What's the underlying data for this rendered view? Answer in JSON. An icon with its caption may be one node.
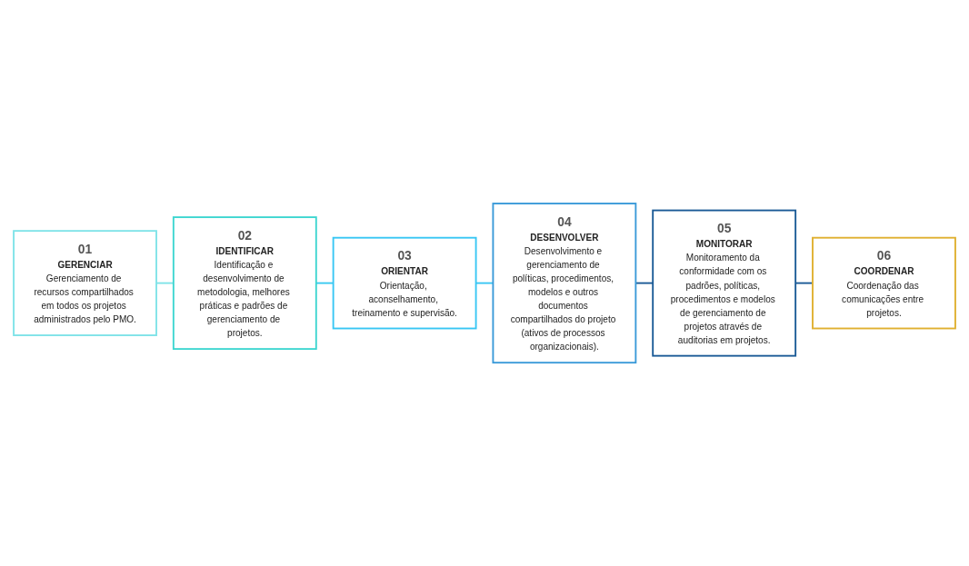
{
  "diagram": {
    "nodes": [
      {
        "text": [
          "01",
          "GERENCIAR",
          "Gerenciamento de recursos compartilhados em todos os projetos administrados pelo PMO."
        ]
      },
      {
        "text": [
          "02",
          "IDENTIFICAR",
          "Identificação e desenvolvimento de metodologia, melhores práticas e padrões de gerenciamento de projetos."
        ]
      },
      {
        "text": [
          "03",
          "ORIENTAR",
          "Orientação, aconselhamento, treinamento e supervisão."
        ]
      },
      {
        "text": [
          "04",
          "DESENVOLVER",
          "Desenvolvimento e gerenciamento de políticas, procedimentos, modelos e outros documentos compartilhados do projeto (ativos de processos organizacionais)."
        ]
      },
      {
        "text": [
          "05",
          "MONITORAR",
          "Monitoramento da conformidade com os padrões, políticas, procedimentos e modelos de gerenciamento de projetos através de auditorias em projetos."
        ]
      },
      {
        "text": [
          "06",
          "COORDENAR",
          "Coordenação das comunicações entre projetos."
        ]
      }
    ],
    "edges": [
      {
        "from": 0,
        "to": 1,
        "arrow": "none",
        "color": "#7fe3e8"
      },
      {
        "from": 1,
        "to": 2,
        "arrow": "none",
        "color": "#38c9f0"
      },
      {
        "from": 2,
        "to": 3,
        "arrow": "none",
        "color": "#38c6f4"
      },
      {
        "from": 3,
        "to": 4,
        "arrow": "none",
        "color": "#1a5a96"
      },
      {
        "from": 4,
        "to": 5,
        "arrow": "none",
        "color": "#1a5a96"
      }
    ]
  }
}
